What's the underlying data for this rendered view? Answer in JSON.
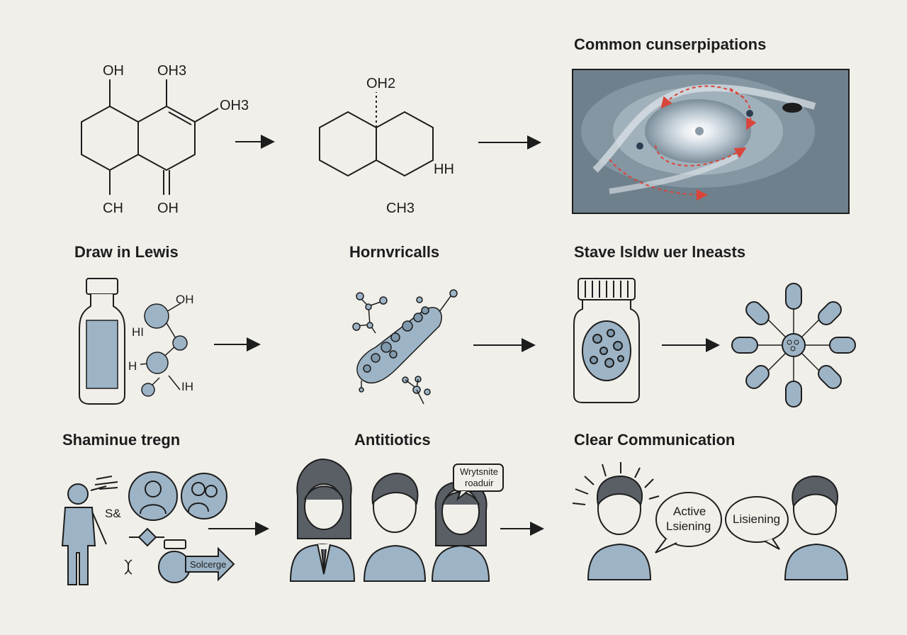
{
  "titles": {
    "common": "Common cunserpipations",
    "draw_lewis": "Draw in Lewis",
    "hornvicalls": "Hornvricalls",
    "stave": "Stave lsldw uer lneasts",
    "shaminue": "Shaminue tregn",
    "antibiotics": "Antitiotics",
    "clear_comm": "Clear Communication"
  },
  "molecule1": {
    "oh_top": "OH",
    "oh3_top": "OH3",
    "oh3_right": "OH3",
    "ch_bottom": "CH",
    "oh_bottom": "OH"
  },
  "molecule2": {
    "oh2": "OH2",
    "hh": "HH",
    "ch3": "CH3"
  },
  "lewis": {
    "oh": "OH",
    "hi": "HI",
    "h": "H",
    "ih": "IH"
  },
  "person_panel": {
    "s_label": "S&",
    "badge": "Solcerge"
  },
  "speech": {
    "bubble": "Wrytsnite roaduir"
  },
  "communication": {
    "active": "Active Lsiening",
    "listening": "Lisiening"
  }
}
